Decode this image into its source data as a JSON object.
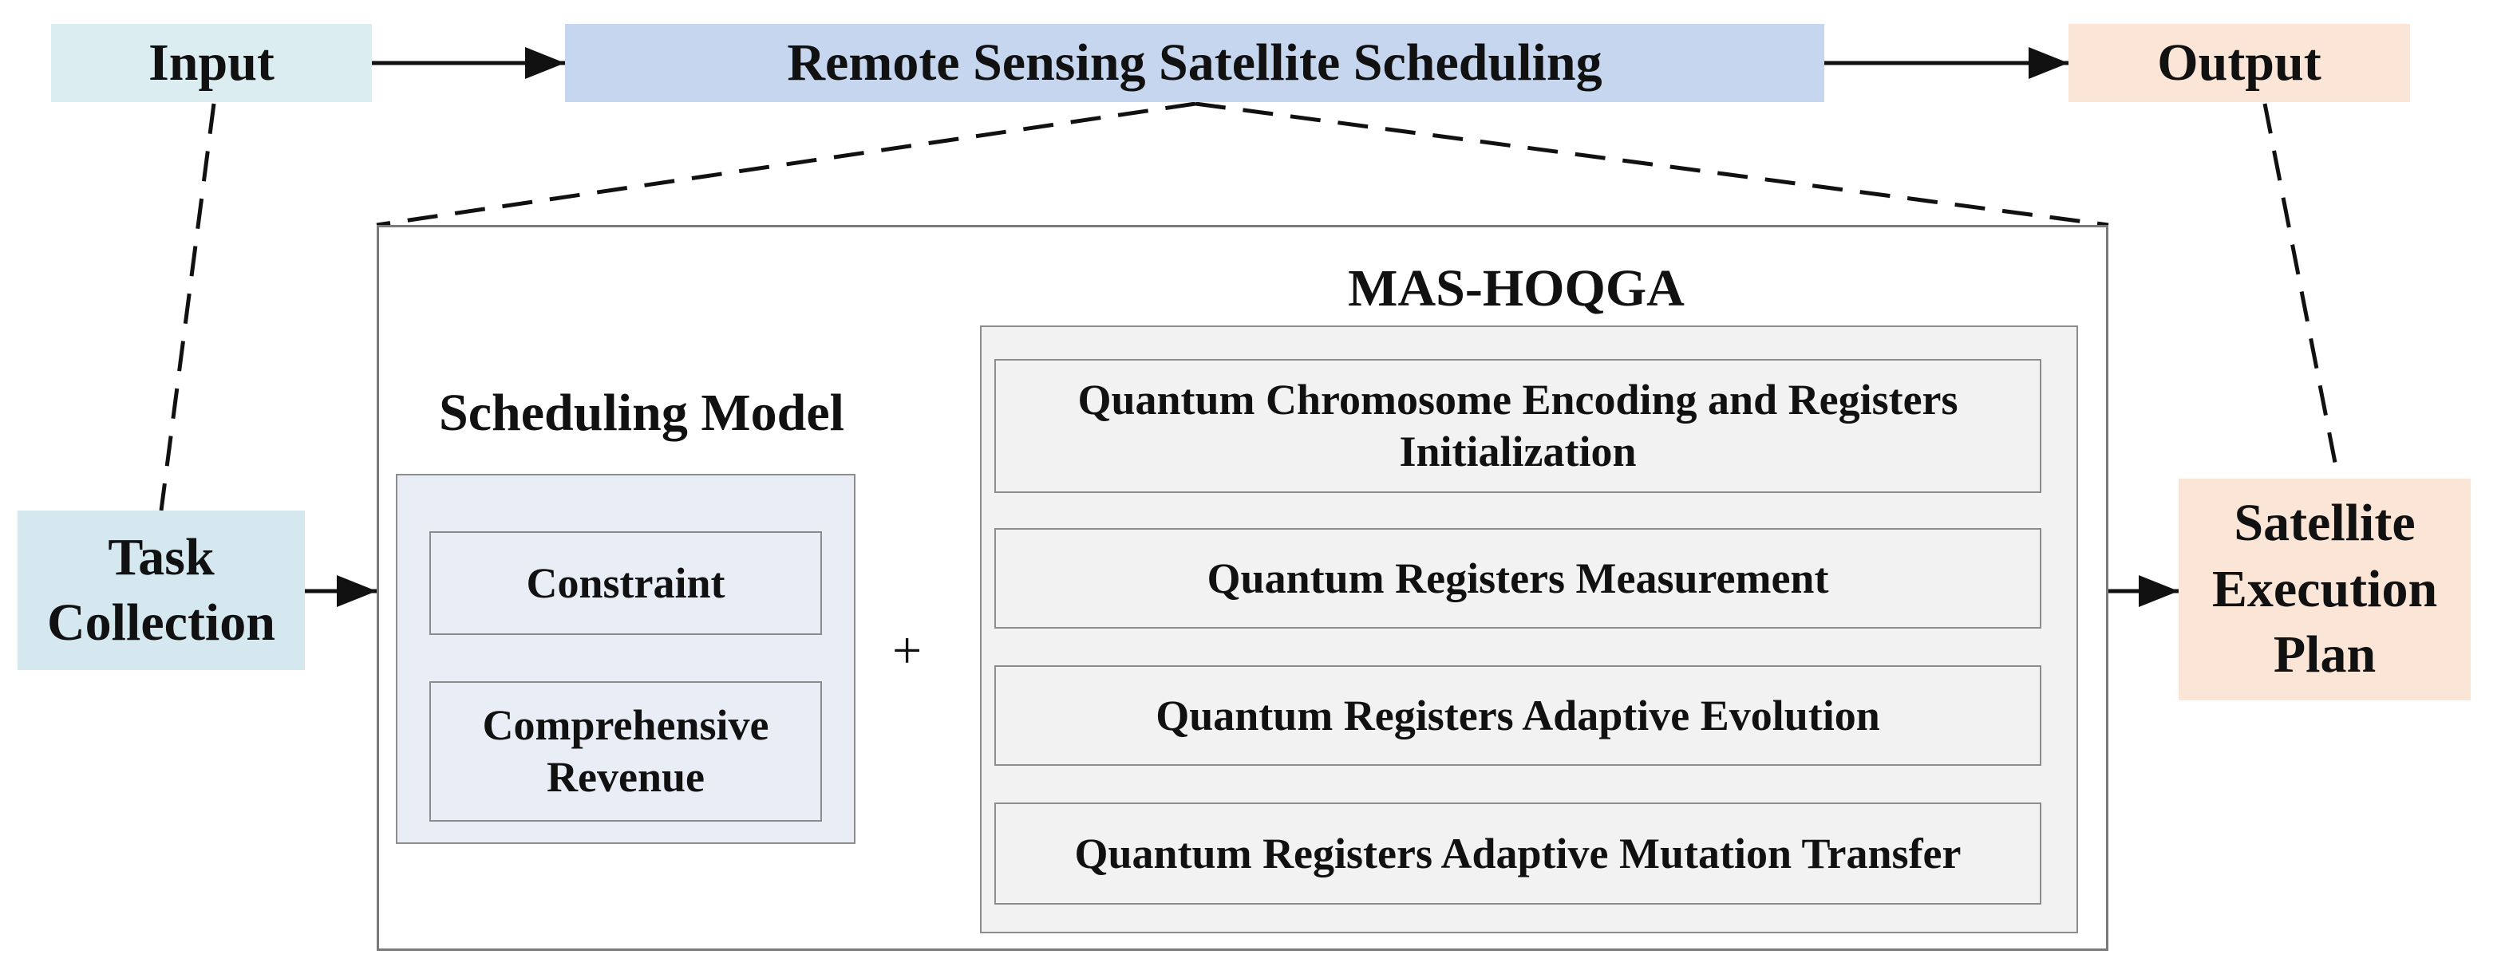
{
  "colors": {
    "input_fill": "#dcedf2",
    "title_fill": "#c5d6ee",
    "output_fill": "#fbe5d6",
    "task_fill": "#d5e8f0",
    "plan_fill": "#fbe5d6",
    "model_panel_fill": "#e9edf5",
    "step_fill": "#f2f2f2",
    "outer_border": "#7a7a7a"
  },
  "top": {
    "input_label": "Input",
    "title_label": "Remote Sensing Satellite Scheduling",
    "output_label": "Output"
  },
  "task_collection": {
    "line1": "Task",
    "line2": "Collection"
  },
  "execution_plan": {
    "line1": "Satellite",
    "line2": "Execution",
    "line3": "Plan"
  },
  "scheduling_model": {
    "title": "Scheduling Model",
    "constraint": "Constraint",
    "revenue_line1": "Comprehensive",
    "revenue_line2": "Revenue"
  },
  "plus_sign": "+",
  "mas_hoqga": {
    "title": "MAS-HOQGA",
    "step1_line1": "Quantum Chromosome Encoding and Registers",
    "step1_line2": "Initialization",
    "step2": "Quantum Registers Measurement",
    "step3": "Quantum Registers Adaptive Evolution",
    "step4": "Quantum Registers Adaptive Mutation Transfer"
  }
}
